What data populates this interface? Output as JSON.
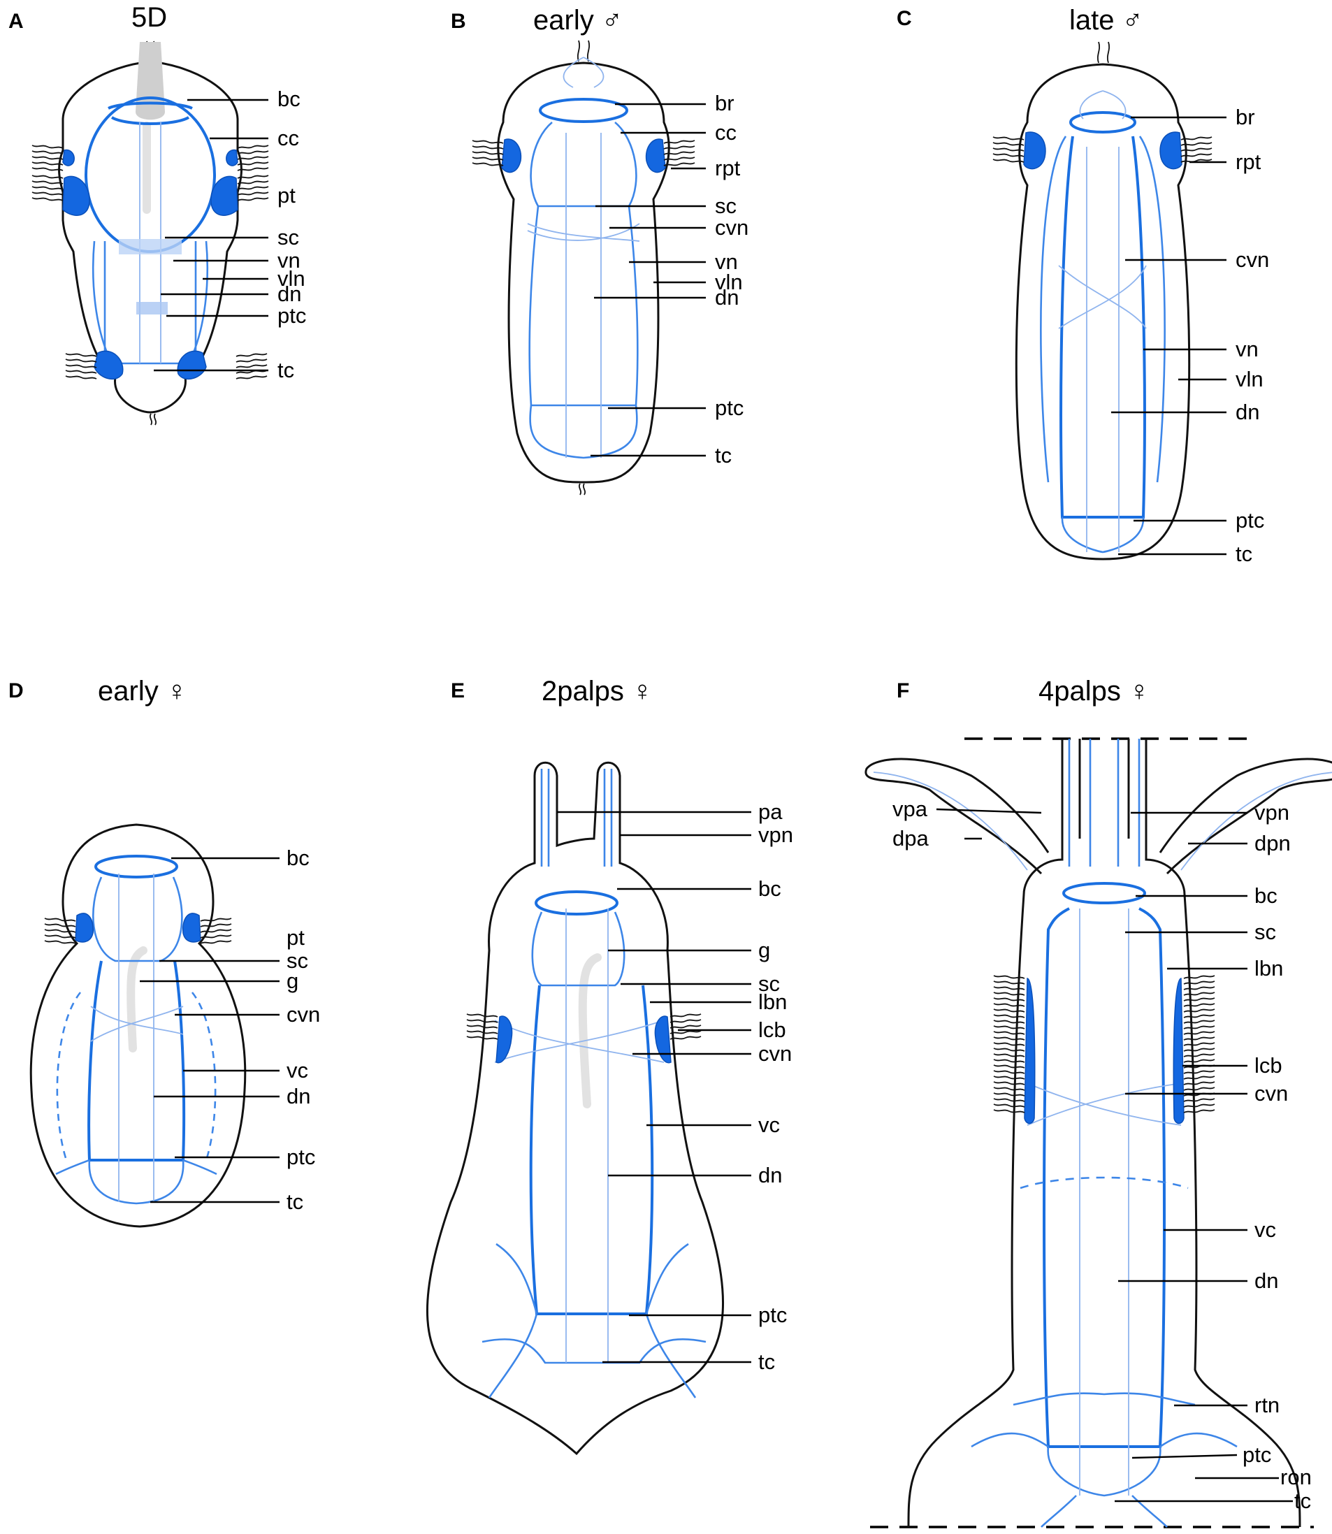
{
  "colors": {
    "nerve": "#1a6fe0",
    "nerve_light": "#8fb4ee",
    "outline": "#111111",
    "gut": "#e2e2e2"
  },
  "panels": [
    {
      "letter": "A",
      "title": "5D",
      "labels": [
        "bc",
        "cc",
        "pt",
        "sc",
        "vn",
        "vln",
        "dn",
        "ptc",
        "tc"
      ]
    },
    {
      "letter": "B",
      "title": "early ♂",
      "labels": [
        "br",
        "cc",
        "rpt",
        "sc",
        "cvn",
        "vn",
        "vln",
        "dn",
        "ptc",
        "tc"
      ]
    },
    {
      "letter": "C",
      "title": "late ♂",
      "labels": [
        "br",
        "rpt",
        "cvn",
        "vn",
        "vln",
        "dn",
        "ptc",
        "tc"
      ]
    },
    {
      "letter": "D",
      "title": "early ♀",
      "labels": [
        "bc",
        "pt",
        "sc",
        "g",
        "cvn",
        "vc",
        "dn",
        "ptc",
        "tc"
      ]
    },
    {
      "letter": "E",
      "title": "2palps ♀",
      "labels": [
        "pa",
        "vpn",
        "bc",
        "g",
        "sc",
        "lbn",
        "lcb",
        "cvn",
        "vc",
        "dn",
        "ptc",
        "tc"
      ]
    },
    {
      "letter": "F",
      "title": "4palps ♀",
      "labels": [
        "vpa",
        "dpa",
        "vpn",
        "dpn",
        "bc",
        "sc",
        "lbn",
        "lcb",
        "cvn",
        "vc",
        "dn",
        "rtn",
        "ptc",
        "ron",
        "tc"
      ]
    }
  ]
}
